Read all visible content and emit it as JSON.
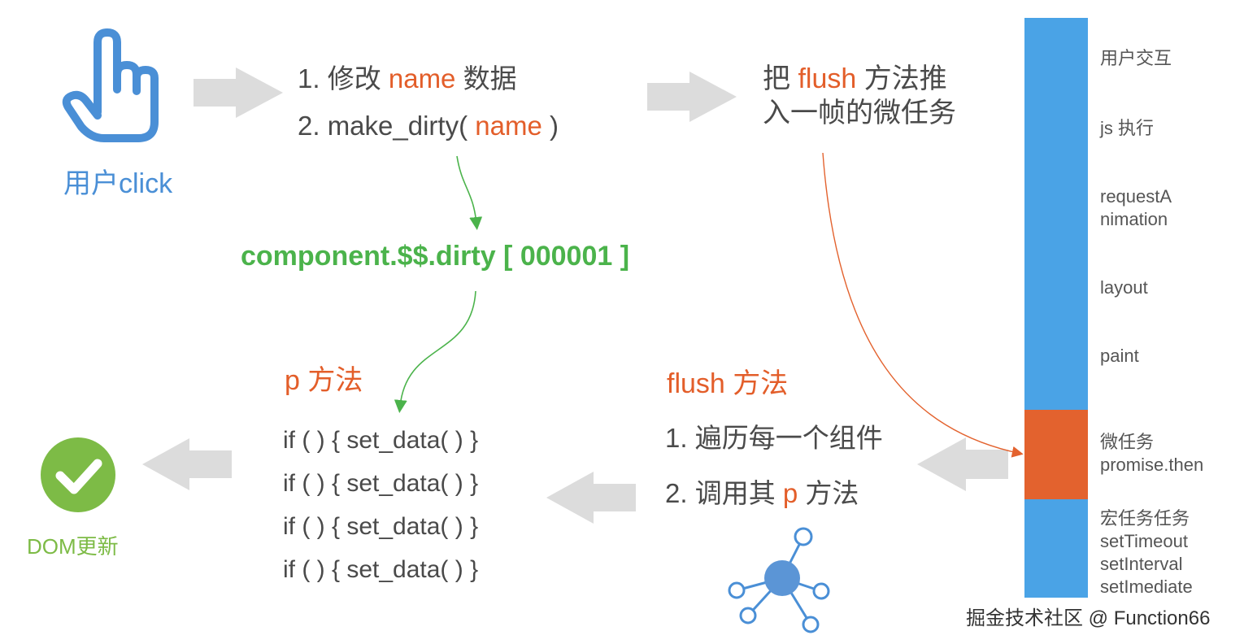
{
  "user_click": {
    "label": "用户click",
    "icon": "hand-pointer-icon"
  },
  "step1": {
    "prefix": "1. 修改 ",
    "highlight": "name",
    "suffix": " 数据"
  },
  "step2": {
    "prefix": "2. make_dirty( ",
    "highlight": "name",
    "suffix": " )"
  },
  "push": {
    "line1_prefix": "把 ",
    "line1_highlight": "flush",
    "line1_suffix": " 方法推",
    "line2": "入一帧的微任务"
  },
  "dirty": {
    "label": "component.$$.dirty [ 000001 ]"
  },
  "p_method": {
    "highlight": "p",
    "suffix": " 方法"
  },
  "flush_method": {
    "highlight": "flush",
    "suffix": " 方法",
    "step1": "1. 遍历每一个组件",
    "step2_prefix": "2. 调用其 ",
    "step2_highlight": "p",
    "step2_suffix": " 方法"
  },
  "code_lines": [
    "if (  ) { set_data( ) }",
    "if (  ) { set_data( ) }",
    "if (  ) { set_data( ) }",
    "if (  ) { set_data( ) }"
  ],
  "dom_update": {
    "label": "DOM更新",
    "icon": "check-circle-icon"
  },
  "frame": {
    "segments": [
      {
        "lines": [
          "用户交互"
        ]
      },
      {
        "lines": [
          "js 执行"
        ]
      },
      {
        "lines": [
          "requestA",
          "nimation"
        ]
      },
      {
        "lines": [
          "layout"
        ]
      },
      {
        "lines": [
          "paint"
        ]
      },
      {
        "lines": [
          "微任务",
          "promise.then"
        ]
      },
      {
        "lines": [
          "宏任务任务",
          "setTimeout",
          "setInterval",
          "setImediate"
        ]
      }
    ],
    "colors": {
      "main": "#4aa3e6",
      "micro": "#e3622e"
    }
  },
  "watermark": "掘金技术社区 @ Function66",
  "colors": {
    "orange": "#e35e2a",
    "green": "#4bb34b",
    "blue": "#4a8fd6",
    "arrow": "#dcdcdc"
  }
}
